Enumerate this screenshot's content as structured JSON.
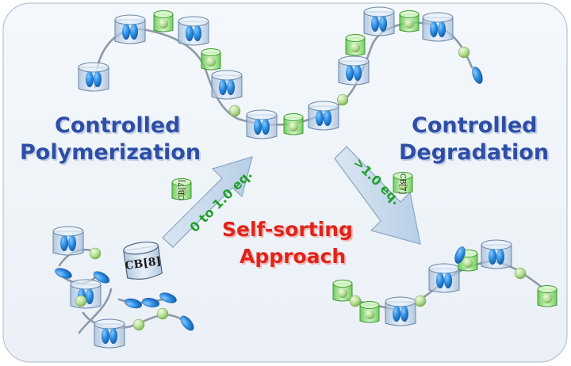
{
  "labels": {
    "left_title_line1": "Controlled",
    "left_title_line2": "Polymerization",
    "right_title_line1": "Controlled",
    "right_title_line2": "Degradation",
    "center_line1": "Self-sorting",
    "center_line2": "Approach",
    "left_arrow": "0 to 1.0 eq.",
    "right_arrow": ">1.0 eq.",
    "cb7_left": "CB[7]",
    "cb7_right": "CB[7]",
    "cb8": "CB[8]"
  },
  "colors": {
    "title_blue": "#2e4ea6",
    "accent_red": "#e2231a",
    "arrow_label_green": "#23a02a",
    "cb8_host": "#bcd3ec",
    "cb7_host": "#93e07e",
    "guest_blue": "#2d8fe0",
    "linker_ball": "#b6df93"
  }
}
